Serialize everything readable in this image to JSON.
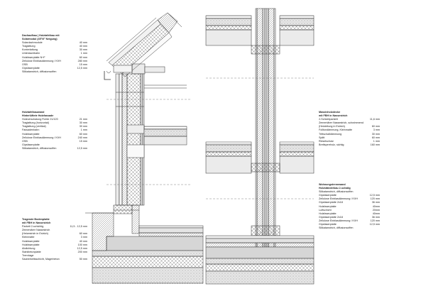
{
  "legends": {
    "roof": {
      "title": [
        "Dachaufbau | Holztafelbau mit",
        "Solarmodul (45°/0° Neigung)"
      ],
      "rows": [
        [
          "Solardachmodule",
          "40 mm"
        ],
        [
          "Traglattung",
          "40 mm"
        ],
        [
          "Konterlattung",
          "30 mm"
        ],
        [
          "Unterdachbahn",
          "1 mm"
        ],
        [
          "Holzfaserplatte N+F",
          "60 mm"
        ],
        [
          "Zellulose Einblasdämmung / KVH",
          "280 mm"
        ],
        [
          "OSB",
          "15 mm"
        ],
        [
          "Gipsfaserplatte",
          "12,5 mm"
        ],
        [
          "Silikatanstrich, diffusionsoffen",
          ""
        ]
      ]
    },
    "exterior_wall": {
      "title": [
        "Holztafelbauwand",
        "Hinterlüftete Holzfassade"
      ],
      "rows": [
        [
          "Holzverschalung Fichte 21/120",
          "21 mm"
        ],
        [
          "Traglattung (horizontal)",
          "30 mm"
        ],
        [
          "Traglattung (vertikal)",
          "30 mm"
        ],
        [
          "Fassadenbahn",
          "1 mm"
        ],
        [
          "Holzfaserplatte",
          "60 mm"
        ],
        [
          "Zellulose Einblasdämmung / KVH",
          "240 mm"
        ],
        [
          "OSB",
          "15 mm"
        ],
        [
          "Gipsfaserplatte",
          ""
        ],
        [
          "Silikatanstrich, diffusionsoffen",
          "12,5 mm"
        ]
      ]
    },
    "base_slab": {
      "title": [
        "Tragende Bodenplatte",
        "mit FBH in Nassestrich"
      ],
      "rows": [
        [
          "Parkett 2-schichtig",
          "11,5 - 12,5 mm"
        ],
        [
          "Zementärer Nassestrich",
          ""
        ],
        [
          "(Heizestrich in Estrich)",
          "60 mm"
        ],
        [
          "Kleinmatte",
          "3 mm"
        ],
        [
          "Holzfaserplatte",
          "40 mm"
        ],
        [
          "Holzfaserplatte",
          "100 mm"
        ],
        [
          "Abdichtung",
          "12,5 mm"
        ],
        [
          "Stahlbetonplatte",
          "200 mm"
        ],
        [
          "Trennlage",
          ""
        ],
        [
          "Sauberkeitsschicht, Magerbeton",
          "50 mm"
        ]
      ]
    },
    "intermediate_floor": {
      "title": [
        "Massivholzdecke",
        "mit FBH in Nassestrich"
      ],
      "rows": [
        [
          "2-Schichtparkett",
          "11,6 mm"
        ],
        [
          "Zementärer Nassestrich, schwimmend",
          ""
        ],
        [
          "(Heizleitung in Estrich)",
          "60 mm"
        ],
        [
          "Folltondämmung, Kleinmatte",
          "3 mm"
        ],
        [
          "Trittschalldämmung",
          "30 mm"
        ],
        [
          "Splitt",
          "60 mm"
        ],
        [
          "Rieselschutz",
          "1 mm"
        ],
        [
          "Brettsperrholz, sichtig",
          "160 mm"
        ]
      ]
    },
    "party_wall": {
      "title": [
        "Wohnungstrennwand",
        "Holzständerbau 2-schalig"
      ],
      "rows": [
        [
          "Silikatanstrich, diffusionsoffen",
          ""
        ],
        [
          "Gipsfaserplatte",
          "12,5 mm"
        ],
        [
          "Zellulose Einblasdämmung / KVH",
          "120 mm"
        ],
        [
          "Gipsfaserplatte 2x18",
          "36 mm"
        ],
        [
          "Holzfaserplatte",
          "40mm"
        ],
        [
          "Luftschicht",
          "20mm"
        ],
        [
          "Holzfaserplatte",
          "40mm"
        ],
        [
          "Gipsfaserplatte 2x18",
          "36 mm"
        ],
        [
          "Zellulose Einblasdämmung / KVH",
          "120 mm"
        ],
        [
          "Gipsfaserplatte",
          "12,5 mm"
        ],
        [
          "Silikatanstrich, diffusionsoffen",
          ""
        ]
      ]
    }
  },
  "colors": {
    "line": "#333333",
    "insulation_hatch": "#444444",
    "concrete": "#d4d4d4",
    "screed": "#e2e2e2",
    "gravel": "#cfcfcf",
    "cladding": "#f5f5f5"
  }
}
